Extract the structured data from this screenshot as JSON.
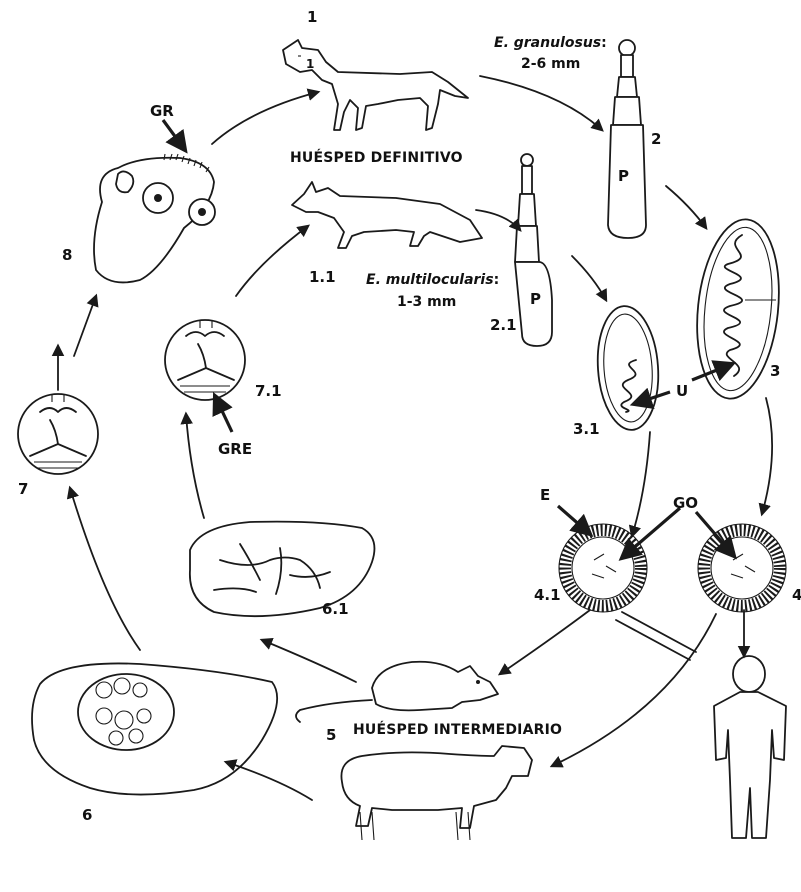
{
  "labels": {
    "n1": "1",
    "n1_small": "1",
    "n1_1": "1.1",
    "n2": "2",
    "n2_1": "2.1",
    "n3": "3",
    "n3_1": "3.1",
    "n4": "4",
    "n4_1": "4.1",
    "n5": "5",
    "n6": "6",
    "n6_1": "6.1",
    "n7": "7",
    "n7_1": "7.1",
    "n8": "8",
    "gr": "GR",
    "gre": "GRE",
    "u": "U",
    "e": "E",
    "go": "GO",
    "p_granulosus": "P",
    "p_multilocularis": "P"
  },
  "hosts": {
    "definitive": "HUÉSPED DEFINITIVO",
    "intermediate": "HUÉSPED INTERMEDIARIO"
  },
  "species": {
    "granulosus_name": "E. granulosus",
    "granulosus_colon": ":",
    "granulosus_size": "2-6 mm",
    "multilocularis_name": "E. multilocularis",
    "multilocularis_colon": ":",
    "multilocularis_size": "1-3 mm"
  }
}
